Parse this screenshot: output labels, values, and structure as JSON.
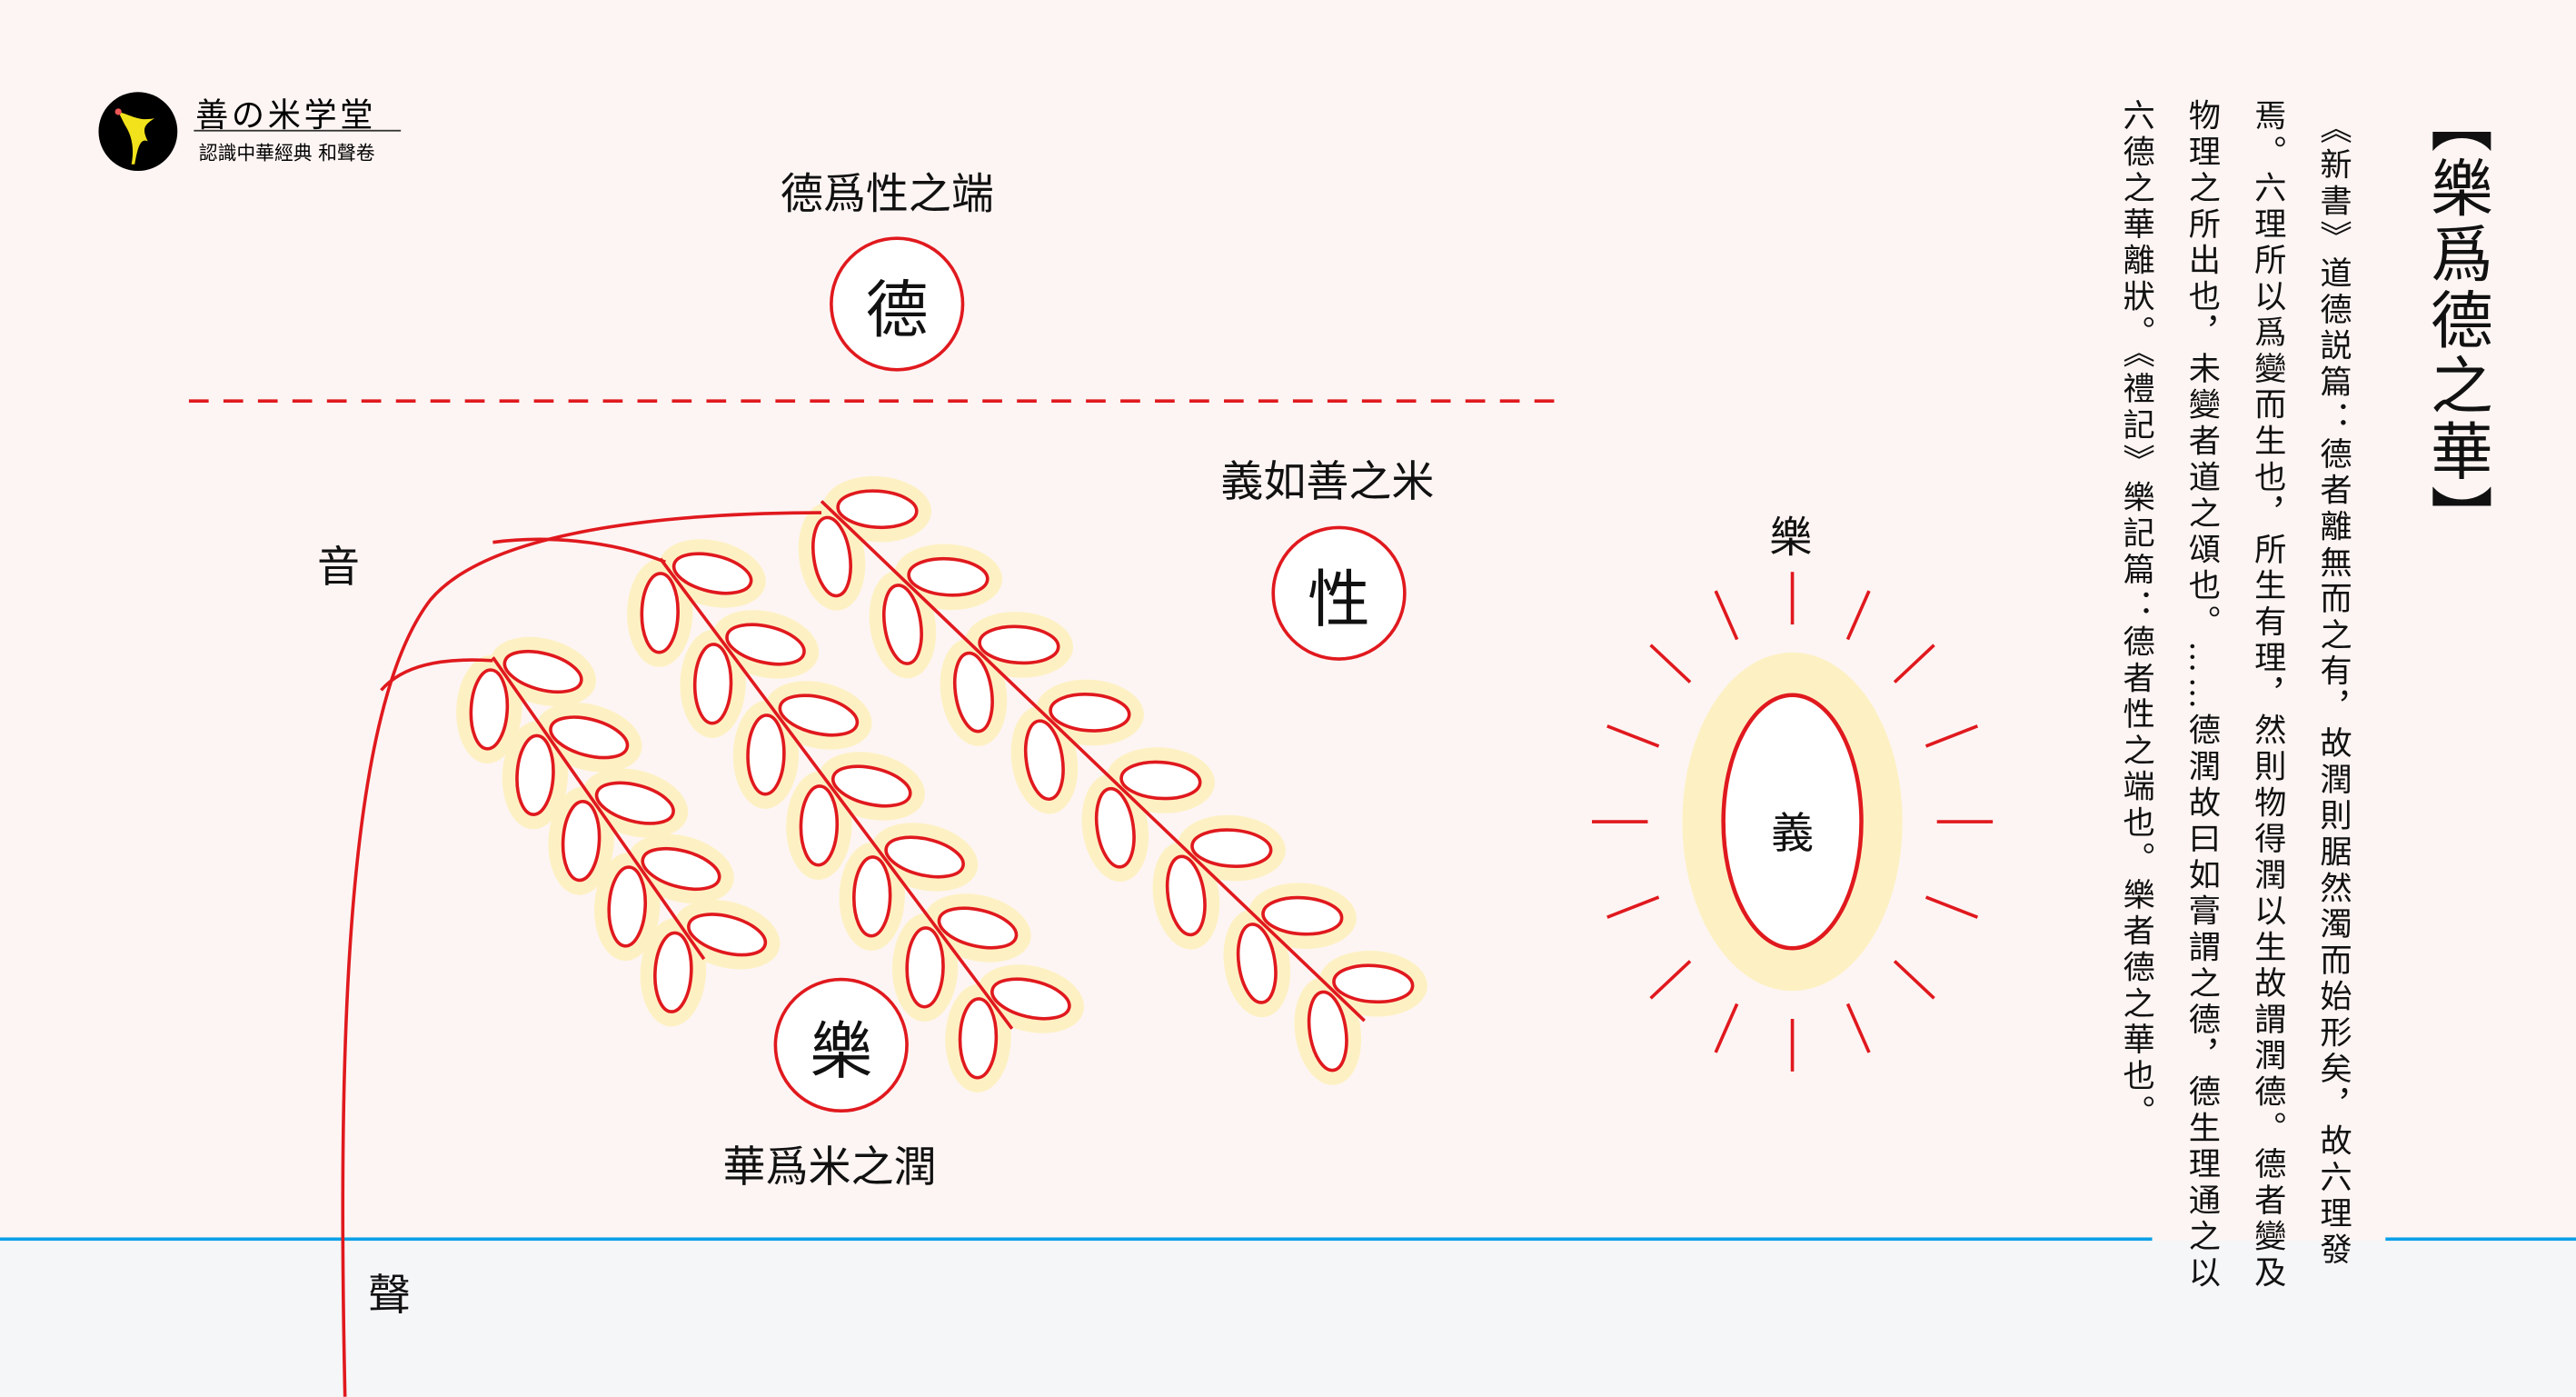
{
  "brand": {
    "name": "善の米学堂",
    "subtitle": "認識中華經典  和聲卷"
  },
  "diagram": {
    "top_label": "德爲性之端",
    "top_circle": "德",
    "right_label": "義如善之米",
    "right_circle": "性",
    "bottom_label": "華爲米之潤",
    "bottom_circle": "樂",
    "left_label_top": "音",
    "left_label_bottom": "聲",
    "sun_label": "樂",
    "sun_core": "義"
  },
  "text_panel": {
    "title": "【樂爲德之華】",
    "columns": [
      "《新書》道德説篇：德者離無而之有，故潤則腒然濁而始形矣，故六理發",
      "焉。六理所以爲變而生也，所生有理，然則物得潤以生故謂潤德。德者變及",
      "物理之所出也，未變者道之頌也。……德潤故曰如膏謂之德，德生理通之以",
      "六德之華離狀。《禮記》樂記篇：德者性之端也。樂者德之華也。"
    ]
  },
  "colors": {
    "red": "#e0191e",
    "halo": "#fdf1c4",
    "blue": "#0aa0e8",
    "background": "#fdf5f3"
  }
}
